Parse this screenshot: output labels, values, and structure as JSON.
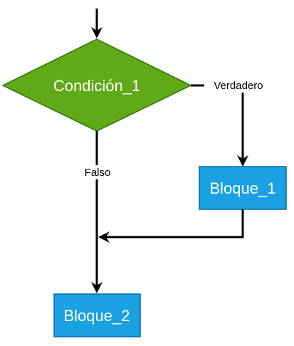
{
  "diagram": {
    "type": "flowchart",
    "nodes": {
      "condition": {
        "label": "Condición_1",
        "shape": "diamond",
        "fill": "#60a917",
        "stroke": "#2d7600"
      },
      "block1": {
        "label": "Bloque_1",
        "shape": "rectangle",
        "fill": "#1ba1e2",
        "stroke": "#006eaf"
      },
      "block2": {
        "label": "Bloque_2",
        "shape": "rectangle",
        "fill": "#1ba1e2",
        "stroke": "#006eaf"
      }
    },
    "edges": {
      "true_label": "Verdadero",
      "false_label": "Falso"
    },
    "colors": {
      "line": "#000000",
      "label_background": "#ffffff"
    }
  }
}
